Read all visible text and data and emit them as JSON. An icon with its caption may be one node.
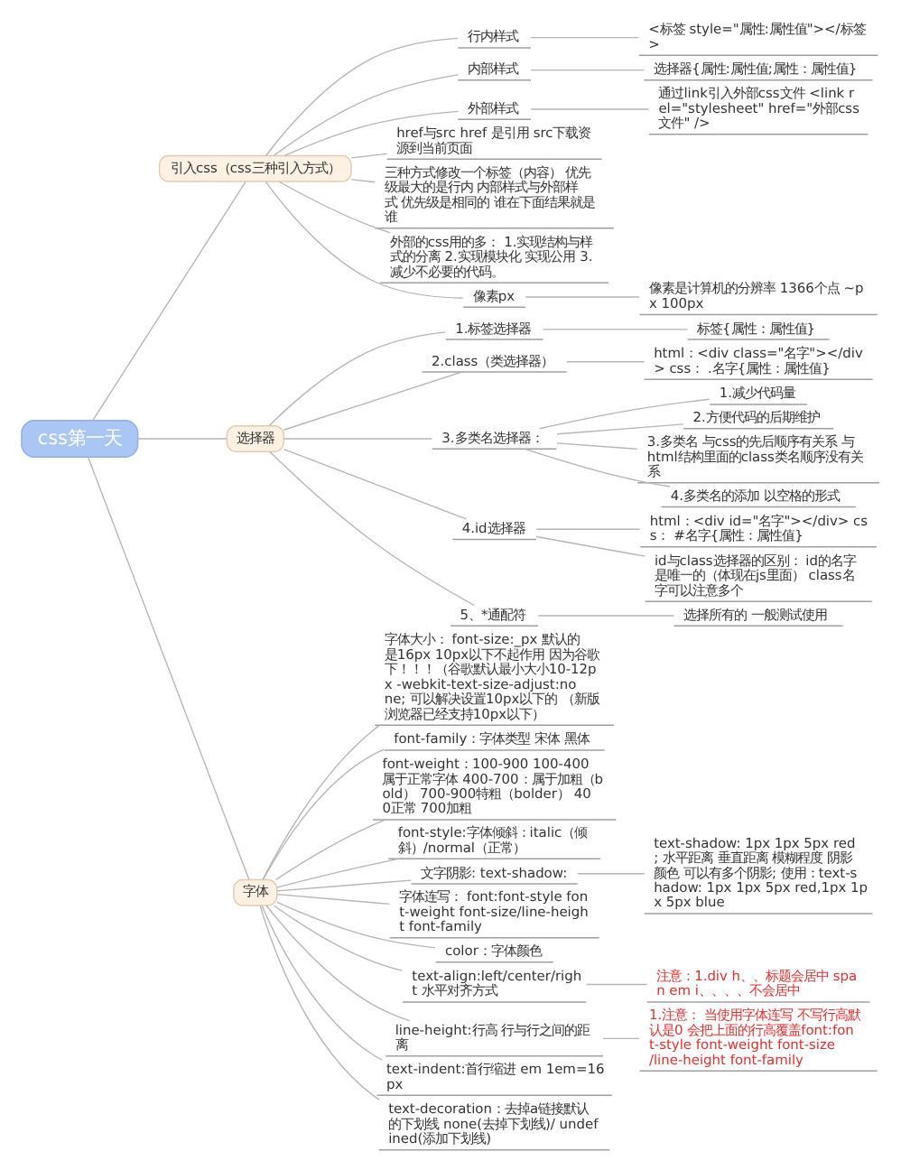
{
  "diagram": {
    "nodes": [
      {
        "text": [
          "css第一天"
        ]
      },
      {
        "text": [
          "引入css（css三种引入方式）"
        ]
      },
      {
        "text": [
          "行内样式"
        ]
      },
      {
        "text": [
          "<标签 style=\"属性:属性值\"></标签>"
        ]
      },
      {
        "text": [
          "内部样式"
        ]
      },
      {
        "text": [
          "选择器{属性:属性值;属性：属性值}"
        ]
      },
      {
        "text": [
          "外部样式"
        ]
      },
      {
        "text": [
          "通过link引入外部css文件 <link rel=\"stylesheet\" href=\"外部css文件\" />"
        ]
      },
      {
        "text": [
          "href与src href 是引用 src下载资源到当前页面"
        ]
      },
      {
        "text": [
          "三种方式修改一个标签（内容） 优先级最大的是行内 内部样式与外部样式 优先级是相同的 谁在下面结果就是谁"
        ]
      },
      {
        "text": [
          "外部的css用的多： 1.实现结构与样式的分离 2.实现模块化 实现公用 3.减少不必要的代码。"
        ]
      },
      {
        "text": [
          "像素px"
        ]
      },
      {
        "text": [
          "像素是计算机的分辨率 1366个点 ~px 100px"
        ]
      },
      {
        "text": [
          "选择器"
        ]
      },
      {
        "text": [
          "1.标签选择器"
        ]
      },
      {
        "text": [
          "标签{属性：属性值}"
        ]
      },
      {
        "text": [
          "2.class（类选择器）"
        ]
      },
      {
        "text": [
          "html：<div class=\"名字\"></div> css： .名字{属性：属性值}"
        ]
      },
      {
        "text": [
          "3.多类名选择器："
        ]
      },
      {
        "text": [
          "1.减少代码量"
        ]
      },
      {
        "text": [
          "2.方便代码的后期维护"
        ]
      },
      {
        "text": [
          "3.多类名 与css的先后顺序有关系 与html结构里面的class类名顺序没有关系"
        ]
      },
      {
        "text": [
          "4.多类名的添加 以空格的形式"
        ]
      },
      {
        "text": [
          "4.id选择器"
        ]
      },
      {
        "text": [
          "html：<div id=\"名字\"></div> css： #名字{属性：属性值}"
        ]
      },
      {
        "text": [
          "id与class选择器的区别： id的名字是唯一的（体现在js里面） class名字可以注意多个"
        ]
      },
      {
        "text": [
          "5、*通配符"
        ]
      },
      {
        "text": [
          "选择所有的 一般测试使用"
        ]
      },
      {
        "text": [
          "字体"
        ]
      },
      {
        "text": [
          "字体大小： font-size:_px 默认的是16px 10px以下不起作用 因为谷歌下！！！（谷歌默认最小大小10-12px -webkit-text-size-adjust:none; 可以解决设置10px以下的 （新版浏览器已经支持10px以下）"
        ]
      },
      {
        "text": [
          "font-family：字体类型 宋体 黑体"
        ]
      },
      {
        "text": [
          "font-weight：100-900 100-400属于正常字体 400-700：属于加粗（bold） 700-900特粗（bolder） 400正常 700加粗"
        ]
      },
      {
        "text": [
          "font-style:字体倾斜：italic（倾斜）/normal（正常）"
        ]
      },
      {
        "text": [
          "文字阴影: text-shadow:"
        ]
      },
      {
        "text": [
          "text-shadow: 1px 1px 5px red; 水平距离 垂直距离 模糊程度 阴影颜色 可以有多个阴影; 使用：text-shadow: 1px 1px 5px red,1px 1px 5px blue"
        ]
      },
      {
        "text": [
          "字体连写： font:font-style font-weight font-size/line-height font-family"
        ]
      },
      {
        "text": [
          "color：字体颜色"
        ]
      },
      {
        "text": [
          "text-align:left/center/right 水平对齐方式"
        ]
      },
      {
        "text": [
          "注意：1.div h、、标题会居中 span em i、、、、不会居中"
        ]
      },
      {
        "text": [
          "line-height:行高 行与行之间的距离"
        ]
      },
      {
        "text": [
          "1.注意： 当使用字体连写 不写行高默认是0 会把上面的行高覆盖font:font-style font-weight font-size/line-height font-family"
        ]
      },
      {
        "text": [
          "text-indent:首行缩进 em 1em=16px"
        ]
      },
      {
        "text": [
          "text-decoration：去掉a链接默认的下划线 none(去掉下划线)/ undefined(添加下划线)"
        ]
      }
    ],
    "edges": [
      {
        "from": 0,
        "to": 1,
        "arrow": "none"
      },
      {
        "from": 0,
        "to": 13,
        "arrow": "none"
      },
      {
        "from": 0,
        "to": 28,
        "arrow": "none"
      },
      {
        "from": 1,
        "to": 2,
        "arrow": "none"
      },
      {
        "from": 2,
        "to": 3,
        "arrow": "none"
      },
      {
        "from": 1,
        "to": 4,
        "arrow": "none"
      },
      {
        "from": 4,
        "to": 5,
        "arrow": "none"
      },
      {
        "from": 1,
        "to": 6,
        "arrow": "none"
      },
      {
        "from": 6,
        "to": 7,
        "arrow": "none"
      },
      {
        "from": 1,
        "to": 8,
        "arrow": "none"
      },
      {
        "from": 1,
        "to": 9,
        "arrow": "none"
      },
      {
        "from": 1,
        "to": 10,
        "arrow": "none"
      },
      {
        "from": 1,
        "to": 11,
        "arrow": "none"
      },
      {
        "from": 11,
        "to": 12,
        "arrow": "none"
      },
      {
        "from": 13,
        "to": 14,
        "arrow": "none"
      },
      {
        "from": 14,
        "to": 15,
        "arrow": "none"
      },
      {
        "from": 13,
        "to": 16,
        "arrow": "none"
      },
      {
        "from": 16,
        "to": 17,
        "arrow": "none"
      },
      {
        "from": 13,
        "to": 18,
        "arrow": "none"
      },
      {
        "from": 18,
        "to": 19,
        "arrow": "none"
      },
      {
        "from": 18,
        "to": 20,
        "arrow": "none"
      },
      {
        "from": 18,
        "to": 21,
        "arrow": "none"
      },
      {
        "from": 18,
        "to": 22,
        "arrow": "none"
      },
      {
        "from": 13,
        "to": 23,
        "arrow": "none"
      },
      {
        "from": 23,
        "to": 24,
        "arrow": "none"
      },
      {
        "from": 23,
        "to": 25,
        "arrow": "none"
      },
      {
        "from": 13,
        "to": 26,
        "arrow": "none"
      },
      {
        "from": 26,
        "to": 27,
        "arrow": "none"
      },
      {
        "from": 28,
        "to": 29,
        "arrow": "none"
      },
      {
        "from": 28,
        "to": 30,
        "arrow": "none"
      },
      {
        "from": 28,
        "to": 31,
        "arrow": "none"
      },
      {
        "from": 28,
        "to": 32,
        "arrow": "none"
      },
      {
        "from": 28,
        "to": 33,
        "arrow": "none"
      },
      {
        "from": 33,
        "to": 34,
        "arrow": "none"
      },
      {
        "from": 28,
        "to": 35,
        "arrow": "none"
      },
      {
        "from": 28,
        "to": 36,
        "arrow": "none"
      },
      {
        "from": 28,
        "to": 37,
        "arrow": "none"
      },
      {
        "from": 37,
        "to": 38,
        "arrow": "none"
      },
      {
        "from": 28,
        "to": 39,
        "arrow": "none"
      },
      {
        "from": 39,
        "to": 40,
        "arrow": "none"
      },
      {
        "from": 28,
        "to": 41,
        "arrow": "none"
      },
      {
        "from": 28,
        "to": 42,
        "arrow": "none"
      }
    ]
  }
}
